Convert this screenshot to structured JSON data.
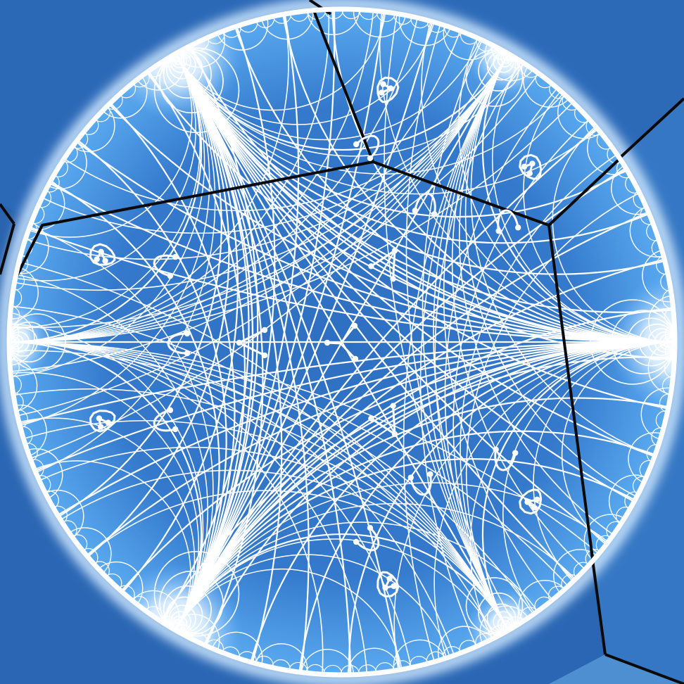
{
  "palette": {
    "background": "#2a66b3",
    "background_light": "#3f8ad8",
    "disk_fill": "#2f75c9",
    "glow": "#bfe3ff",
    "arc_color": "#ffffff",
    "cell_border": "#000000"
  },
  "figure": {
    "description_hidden": true,
    "tree_glyphs": [
      "three-leaf-tree",
      "cherry-tree",
      "caterpillar-tree",
      "loop-tree"
    ],
    "symmetry_order": 3
  }
}
